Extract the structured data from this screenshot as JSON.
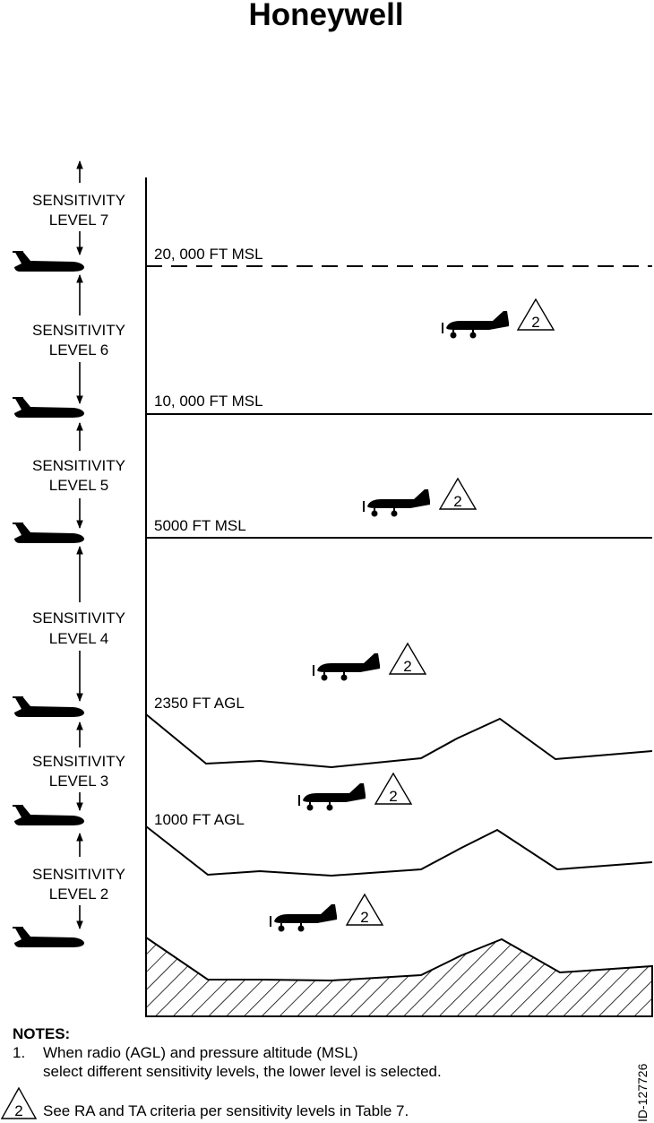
{
  "header": {
    "brand": "Honeywell"
  },
  "levels": [
    {
      "line1": "SENSITIVITY",
      "line2": "LEVEL 7"
    },
    {
      "line1": "SENSITIVITY",
      "line2": "LEVEL 6"
    },
    {
      "line1": "SENSITIVITY",
      "line2": "LEVEL 5"
    },
    {
      "line1": "SENSITIVITY",
      "line2": "LEVEL 4"
    },
    {
      "line1": "SENSITIVITY",
      "line2": "LEVEL 3"
    },
    {
      "line1": "SENSITIVITY",
      "line2": "LEVEL 2"
    }
  ],
  "altitudes": [
    {
      "label": "20, 000 FT MSL",
      "style": "dashed"
    },
    {
      "label": "10, 000 FT MSL",
      "style": "solid"
    },
    {
      "label": "5000 FT MSL",
      "style": "solid"
    },
    {
      "label": "2350 FT AGL",
      "style": "terrain"
    },
    {
      "label": "1000 FT AGL",
      "style": "terrain"
    }
  ],
  "note_marker": "2",
  "notes": {
    "title": "NOTES:",
    "note1_number": "1.",
    "note1_line1": "When radio (AGL) and pressure altitude (MSL)",
    "note1_line2": "select different sensitivity levels, the lower level is selected.",
    "note2_marker": "2",
    "note2_text": "See RA and TA criteria per sensitivity levels in Table 7."
  },
  "figure_id": "ID-127726"
}
